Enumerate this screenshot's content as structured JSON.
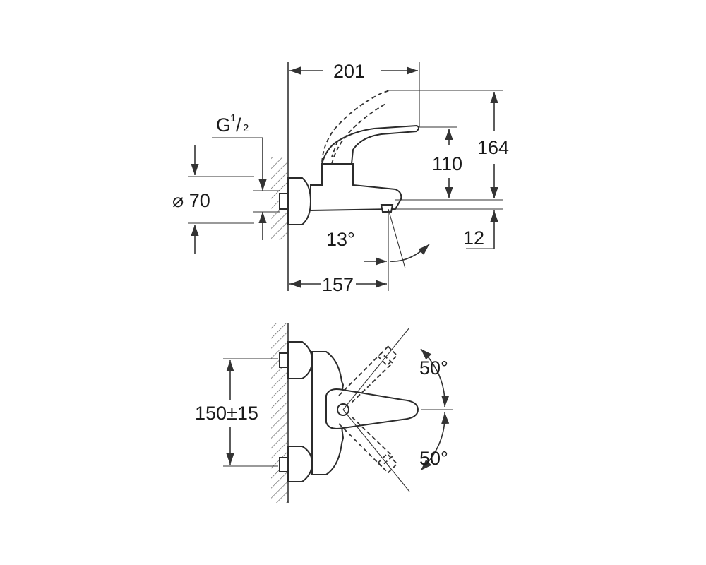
{
  "side_view": {
    "width_total": "201",
    "height_total": "164",
    "spout_height": "110",
    "thread_prefix": "G",
    "thread_num": "1",
    "thread_den": "2",
    "diameter": "⌀ 70",
    "angle": "13°",
    "spout_offset": "12",
    "spout_projection": "157"
  },
  "top_view": {
    "center_distance": "150±15",
    "rotation_upper": "50°",
    "rotation_lower": "50°"
  }
}
